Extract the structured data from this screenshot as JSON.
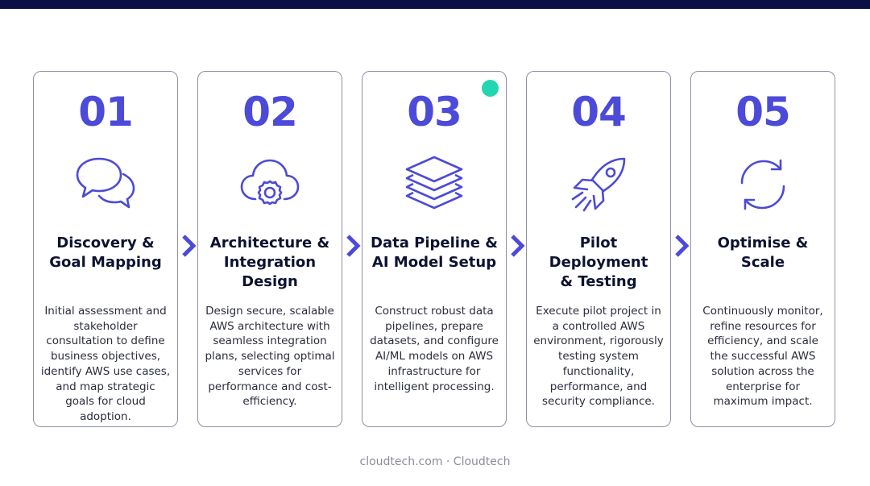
{
  "accent_color": "#4c4ad8",
  "dot_color": "#23d6b1",
  "steps": [
    {
      "number": "01",
      "icon": "chat-bubbles-icon",
      "title": "Discovery &\nGoal Mapping",
      "description": "Initial assessment and stakeholder consultation to define business objectives, identify AWS use cases, and map strategic goals for cloud adoption."
    },
    {
      "number": "02",
      "icon": "cloud-gear-icon",
      "title": "Architecture &\nIntegration\nDesign",
      "description": "Design secure, scalable AWS architecture with seamless integration plans, selecting optimal services for performance and cost-efficiency."
    },
    {
      "number": "03",
      "icon": "layers-icon",
      "title": "Data Pipeline &\nAI Model Setup",
      "description": "Construct robust data pipelines, prepare datasets, and configure AI/ML models on AWS infrastructure for intelligent processing."
    },
    {
      "number": "04",
      "icon": "rocket-icon",
      "title": "Pilot\nDeployment\n& Testing",
      "description": "Execute pilot project in a controlled AWS environment, rigorously testing system functionality, performance, and security compliance."
    },
    {
      "number": "05",
      "icon": "refresh-icon",
      "title": "Optimise &\nScale",
      "description": "Continuously monitor, refine resources for efficiency, and scale the successful AWS solution across the enterprise for maximum impact."
    }
  ],
  "footer": "cloudtech.com · Cloudtech"
}
